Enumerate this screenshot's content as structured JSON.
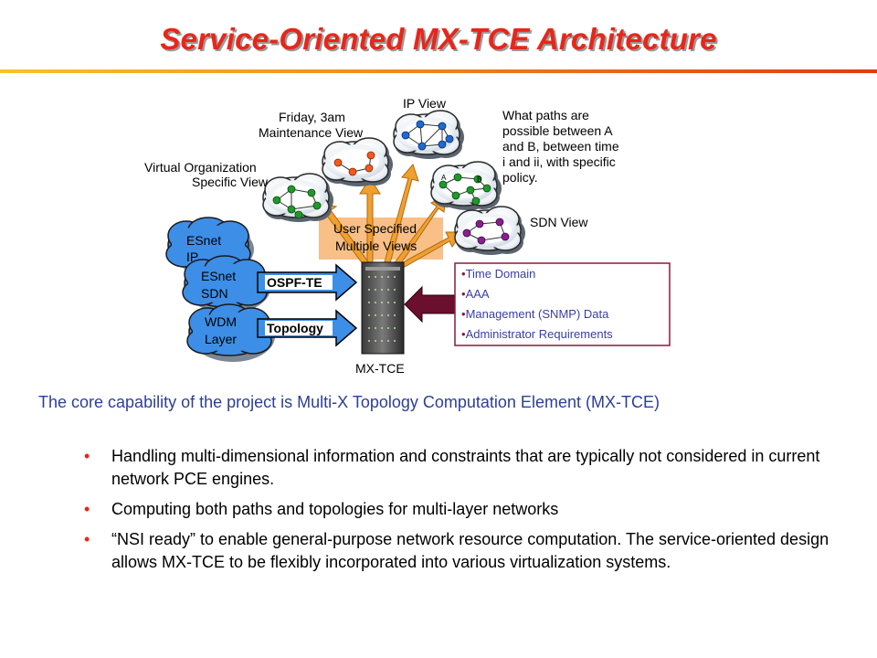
{
  "title": "Service-Oriented MX-TCE Architecture",
  "diagram": {
    "view_labels": {
      "virtual_org": [
        "Virtual Organization",
        "Specific View"
      ],
      "maintenance": [
        "Friday, 3am",
        "Maintenance View"
      ],
      "ip_view": "IP View",
      "sdn_view": "SDN View"
    },
    "question": [
      "What paths are",
      "possible between A",
      "and B, between time",
      "i and ii, with specific",
      "policy."
    ],
    "node_labels": {
      "a": "A",
      "b": "B"
    },
    "user_specified": [
      "User Specified",
      "Multiple Views"
    ],
    "clouds": {
      "esnet_ip": [
        "ESnet",
        "IP"
      ],
      "esnet_sdn": [
        "ESnet",
        "SDN"
      ],
      "wdm": [
        "WDM",
        "Layer"
      ]
    },
    "arrows": {
      "ospf": "OSPF-TE",
      "topology": "Topology"
    },
    "server_label": "MX-TCE",
    "inputs": [
      "Time Domain",
      "AAA",
      "Management (SNMP) Data",
      "Administrator Requirements"
    ]
  },
  "intro": "The core capability of the project is Multi-X Topology Computation Element (MX-TCE)",
  "bullets": [
    "Handling multi-dimensional information and constraints that are typically not considered in current network PCE engines.",
    "Computing both paths and topologies for multi-layer networks",
    "“NSI ready” to enable general-purpose network resource computation. The service-oriented design allows MX-TCE to be flexibly incorporated into various virtualization systems."
  ],
  "colors": {
    "title": "#e8261a",
    "intro_text": "#2c3f96",
    "cloud_blue": "#3d8ee6",
    "arrow_orange": "#f0a030",
    "input_box_border": "#8b1a3a",
    "input_arrow": "#6b0f2e"
  }
}
